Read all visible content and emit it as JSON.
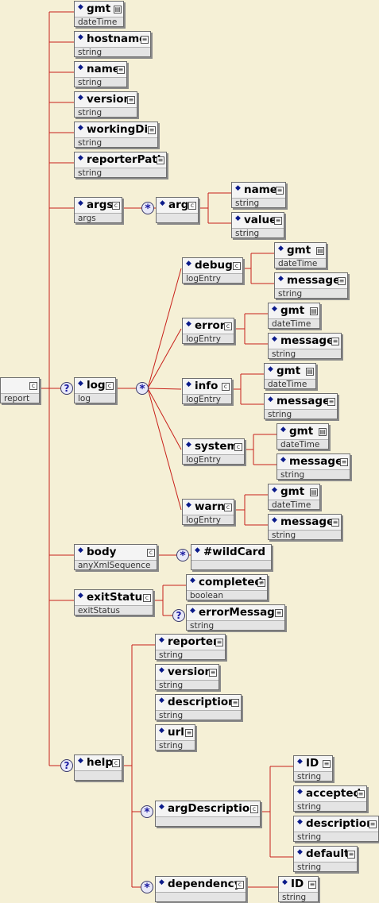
{
  "root": {
    "name": "",
    "type": "report"
  },
  "icons": {
    "simple": "simple-type-icon",
    "complex": "complex-type-icon",
    "element": "element-diamond-icon",
    "optional": "optional-marker-icon",
    "repeat": "unbounded-marker-icon"
  },
  "symbols": {
    "diamond": "◆",
    "optional": "?",
    "repeat": "*",
    "simple": "≡",
    "complex": "c",
    "date": "▤"
  },
  "nodes": [
    {
      "name": "gmt",
      "type": "dateTime"
    },
    {
      "name": "hostname",
      "type": "string"
    },
    {
      "name": "name",
      "type": "string"
    },
    {
      "name": "version",
      "type": "string"
    },
    {
      "name": "workingDir",
      "type": "string"
    },
    {
      "name": "reporterPath",
      "type": "string"
    },
    {
      "name": "args",
      "type": "args"
    },
    {
      "name": "arg",
      "type": ""
    },
    {
      "name": "name",
      "type": "string"
    },
    {
      "name": "value",
      "type": "string"
    },
    {
      "name": "log",
      "type": "log"
    },
    {
      "name": "debug",
      "type": "logEntry"
    },
    {
      "name": "gmt",
      "type": "dateTime"
    },
    {
      "name": "message",
      "type": "string"
    },
    {
      "name": "error",
      "type": "logEntry"
    },
    {
      "name": "gmt",
      "type": "dateTime"
    },
    {
      "name": "message",
      "type": "string"
    },
    {
      "name": "info",
      "type": "logEntry"
    },
    {
      "name": "gmt",
      "type": "dateTime"
    },
    {
      "name": "message",
      "type": "string"
    },
    {
      "name": "system",
      "type": "logEntry"
    },
    {
      "name": "gmt",
      "type": "dateTime"
    },
    {
      "name": "message",
      "type": "string"
    },
    {
      "name": "warn",
      "type": "logEntry"
    },
    {
      "name": "gmt",
      "type": "dateTime"
    },
    {
      "name": "message",
      "type": "string"
    },
    {
      "name": "body",
      "type": "anyXmlSequence"
    },
    {
      "name": "#wildCard",
      "type": ""
    },
    {
      "name": "exitStatus",
      "type": "exitStatus"
    },
    {
      "name": "completed",
      "type": "boolean"
    },
    {
      "name": "errorMessage",
      "type": "string"
    },
    {
      "name": "help",
      "type": ""
    },
    {
      "name": "reporter",
      "type": "string"
    },
    {
      "name": "version",
      "type": "string"
    },
    {
      "name": "description",
      "type": "string"
    },
    {
      "name": "url",
      "type": "string"
    },
    {
      "name": "argDescription",
      "type": ""
    },
    {
      "name": "ID",
      "type": "string"
    },
    {
      "name": "accepted",
      "type": "string"
    },
    {
      "name": "description",
      "type": "string"
    },
    {
      "name": "default",
      "type": "string"
    },
    {
      "name": "dependency",
      "type": ""
    },
    {
      "name": "ID",
      "type": "string"
    }
  ]
}
